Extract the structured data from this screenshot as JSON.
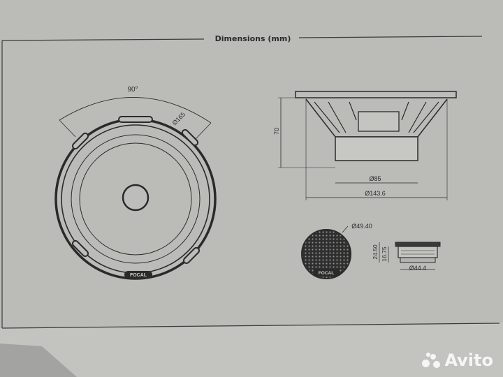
{
  "title": "Dimensions (mm)",
  "woofer_front": {
    "angle_label": "90°",
    "bolt_circle_label": "Ø165",
    "brand_badge": "FOCAL"
  },
  "woofer_side": {
    "depth_label": "70",
    "magnet_diameter_label": "Ø85",
    "frame_diameter_label": "Ø143.6"
  },
  "tweeter": {
    "front_diameter_label": "Ø49.40",
    "brand_badge": "FOCAL",
    "height_total_label": "24.50",
    "height_body_label": "16.75",
    "body_diameter_label": "Ø44.4"
  },
  "watermark": {
    "text": "Avito"
  },
  "colors": {
    "paper": "#bdbebb",
    "ink": "#2a2a2a",
    "background": "#b9bab6"
  }
}
